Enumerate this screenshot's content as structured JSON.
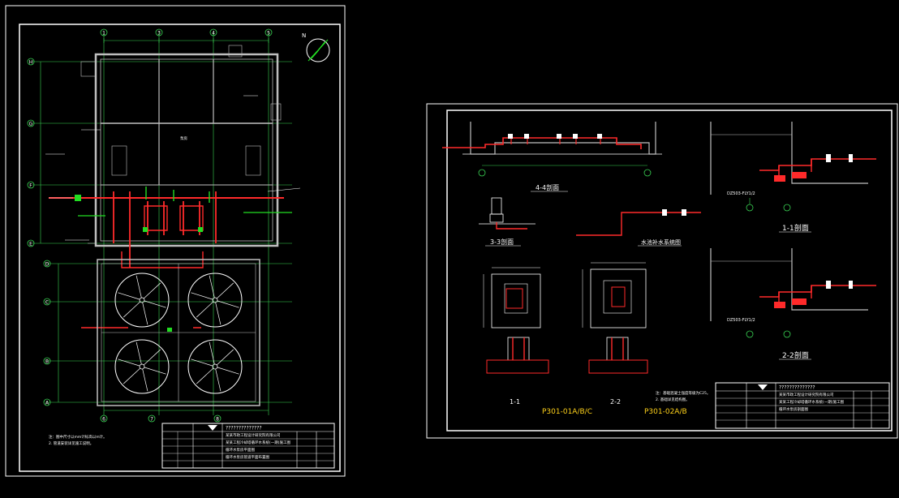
{
  "colors": {
    "background": "#000000",
    "sheet_border": "#ffffff",
    "wall": "#bfbfbf",
    "pipe_red": "#ff2a2a",
    "pipe_green": "#22dd22",
    "note_yellow": "#ffd21a",
    "gridline_green": "#39d353",
    "text_white": "#ffffff"
  },
  "left_sheet": {
    "north_label": "N",
    "grid_top": [
      "1",
      "3",
      "4",
      "5"
    ],
    "grid_bottom": [
      "6",
      "7",
      "8"
    ],
    "grid_left_upper": [
      "H",
      "G",
      "F",
      "E"
    ],
    "grid_left_lower": [
      "D",
      "C",
      "B",
      "A"
    ],
    "room_label": "泵房",
    "fans": [
      "fan-1",
      "fan-2",
      "fan-3",
      "fan-4"
    ],
    "notes": [
      "注：图中尺寸以mm计标高以m计。",
      "  2. 管道安装详见施工说明。"
    ],
    "title_block": {
      "header": "??????????????",
      "company": "某某市政工程设计研究院有限公司",
      "project": "某某工程冷却塔循环水系统(一期)施工图",
      "drawing": "循环水泵房平面图",
      "drawing2": "循环水泵房管道平面布置图"
    }
  },
  "right_sheet": {
    "section_44": "4-4剖面",
    "section_33": "3-3剖面",
    "section_11": "1-1剖面",
    "section_22": "2-2剖面",
    "supply_title": "水池补水系统图",
    "base_left": "P301-01A/B/C",
    "base_right": "P301-02A/B",
    "base_sec_left": "1-1",
    "base_sec_right": "2-2",
    "callout_11": "DZ503-FLY1/2",
    "callout_22": "DZ503-FLY1/2",
    "notes": [
      "注：基础混凝土强度等级为C25。",
      "2. 基础详见结构图。"
    ],
    "title_block": {
      "header": "??????????????",
      "company": "某某市政工程设计研究院有限公司",
      "project": "某某工程冷却塔循环水系统(一期)施工图",
      "drawing": "循环水泵房剖面图"
    }
  }
}
